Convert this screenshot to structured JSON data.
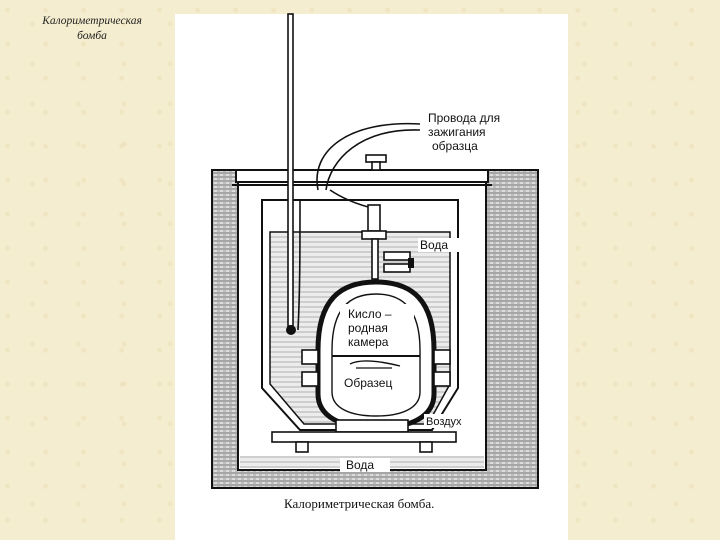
{
  "slide": {
    "caption_line1": "Калориметрическая",
    "caption_line2": "бомба"
  },
  "diagram": {
    "wires_label_line1": "Провода для",
    "wires_label_line2": "зажигания",
    "wires_label_line3": "образца",
    "water_label_top": "Вода",
    "chamber_label_line1": "Кисло –",
    "chamber_label_line2": "родная",
    "chamber_label_line3": "камера",
    "sample_label": "Образец",
    "air_label": "Воздух",
    "water_label_bottom": "Вода",
    "figure_caption": "Калориметрическая бомба."
  },
  "colors": {
    "background": "#f5edcf",
    "panel": "#ffffff",
    "ink": "#111111",
    "water_fill": "#c9c9c9"
  }
}
